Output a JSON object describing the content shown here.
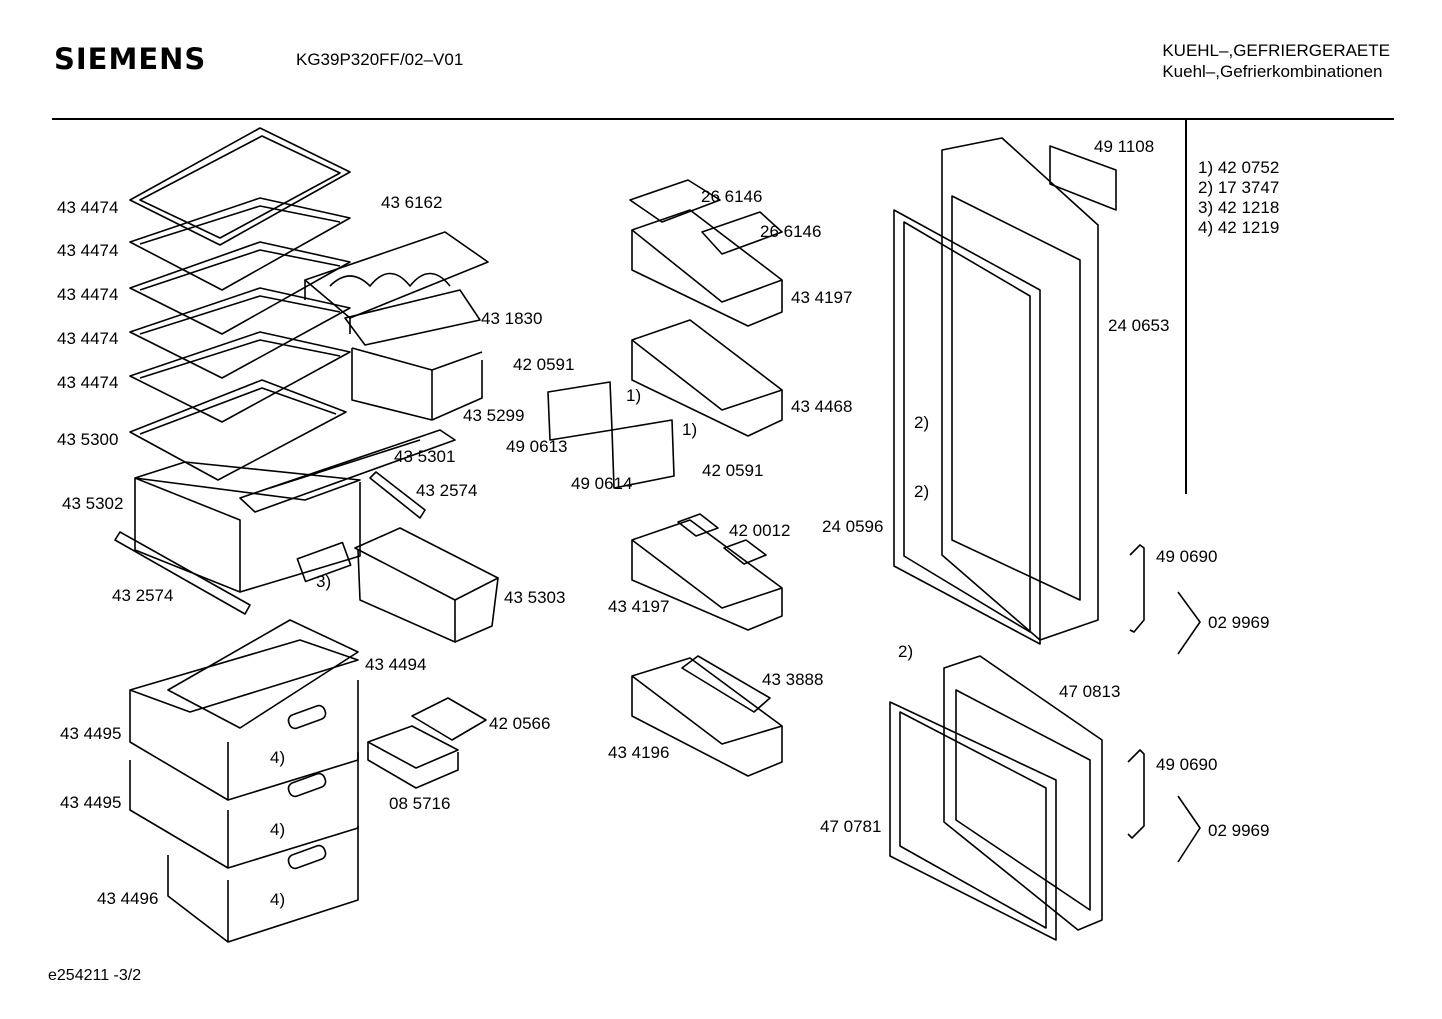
{
  "header": {
    "brand": "SIEMENS",
    "model": "KG39P320FF/02–V01",
    "category_line1": "KUEHL–,GEFRIERGERAETE",
    "category_line2": "Kuehl–,Gefrierkombinationen"
  },
  "legend": [
    "1)  42 0752",
    "2)  17 3747",
    "3)  42 1218",
    "4)  42 1219"
  ],
  "footer": "e254211   -3/2",
  "labels": {
    "shelf1": "43 4474",
    "shelf2": "43 4474",
    "shelf3": "43 4474",
    "shelf4": "43 4474",
    "shelf5": "43 4474",
    "shelf6": "43 5300",
    "crisper_cover": "43 5301",
    "crisper": "43 5302",
    "rail_left": "43 2574",
    "rail_right": "43 2574",
    "bottle_rack": "43 6162",
    "chill_tray": "43 1830",
    "chill_drawer": "43 5299",
    "box": "43 5303",
    "part3": "3)",
    "egg1": "26 6146",
    "egg2": "26 6146",
    "door_shelf_top": "43 4197",
    "door_shelf_lid": "43 4468",
    "hinge_a": "42 0591",
    "hinge_b": "42 0591",
    "flap1": "49 0613",
    "flap2": "49 0614",
    "part1a": "1)",
    "part1b": "1)",
    "cups": "42 0012",
    "door_shelf_mid": "43 4197",
    "bottle_holder": "43 3888",
    "door_shelf_bottom": "43 4196",
    "freezer_cover": "43 4494",
    "freezer_drawer1": "43 4495",
    "freezer_drawer2": "43 4495",
    "freezer_drawer3": "43 4496",
    "ice_tray": "42 0566",
    "ice_box": "08 5716",
    "part4a": "4)",
    "part4b": "4)",
    "part4c": "4)",
    "handle_top": "49 1108",
    "door_upper": "24 0653",
    "gasket_upper": "24 0596",
    "part2a": "2)",
    "part2b": "2)",
    "part2c": "2)",
    "handle1": "49 0690",
    "screws1": "02 9969",
    "door_lower": "47 0813",
    "gasket_lower": "47 0781",
    "handle2": "49 0690",
    "screws2": "02 9969"
  }
}
